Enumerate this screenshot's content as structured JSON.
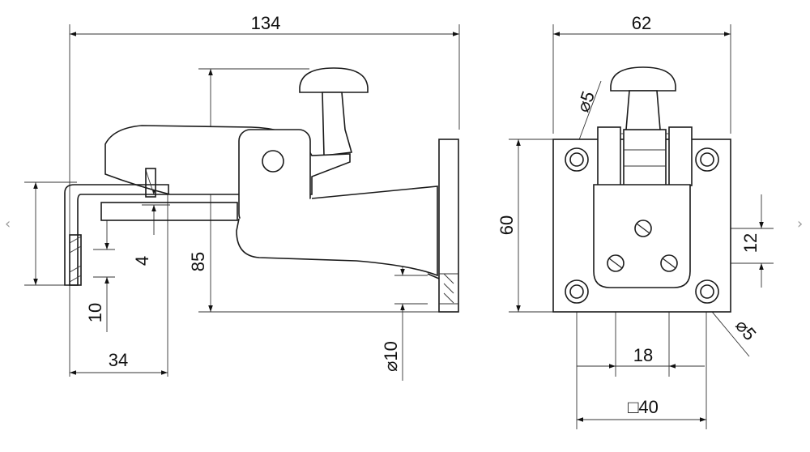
{
  "dimensions": {
    "side": {
      "overall_length": "134",
      "height": "85",
      "base_offset": "34",
      "plate_gap": "4",
      "hole_dim": "10",
      "hole_dia": "⌀10"
    },
    "front": {
      "width": "62",
      "height": "60",
      "hole_top": "⌀5",
      "hole_bottom": "⌀5",
      "offset_12": "12",
      "spacing_18": "18",
      "square_40": "□40"
    }
  },
  "nav": {
    "prev": "‹",
    "next": "›"
  }
}
